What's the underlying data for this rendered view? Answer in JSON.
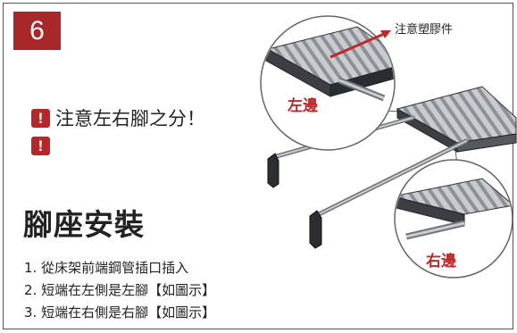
{
  "step": {
    "number": "6"
  },
  "warnings": [
    {
      "icon": "!",
      "text": "注意左右腳之分！"
    },
    {
      "icon": "!",
      "text": ""
    }
  ],
  "heading": "腳座安裝",
  "steps": [
    "1. 從床架前端鋼管插口插入",
    "2. 短端在左側是左腳【如圖示】",
    "3. 短端在右側是右腳【如圖示】"
  ],
  "illustration": {
    "callout": "注意塑膠件",
    "left_label": "左邊",
    "right_label": "右邊",
    "colors": {
      "accent": "#c0282b",
      "metal": "#9aa0a4"
    }
  }
}
